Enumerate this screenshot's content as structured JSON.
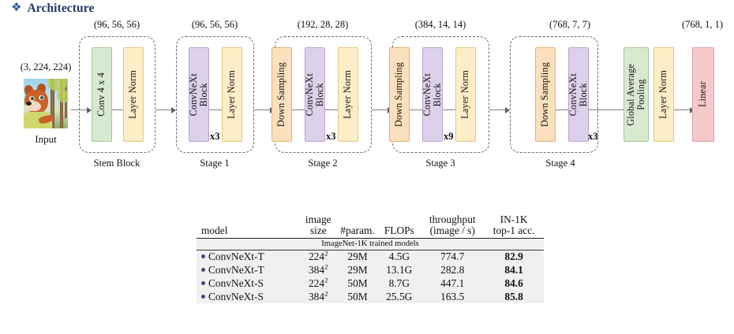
{
  "slide": {
    "bullet": "❖",
    "title": "Architecture"
  },
  "diagram": {
    "input": {
      "shape_label": "(3, 224, 224)",
      "caption": "Input",
      "thumbnail_alt": "cartoon-fox-photo"
    },
    "groups": [
      {
        "id": "stem",
        "shape_label": "(96, 56, 56)",
        "caption": "Stem Block",
        "multiplier": "",
        "blocks": [
          {
            "label": "Conv 4 x 4",
            "color": "green"
          },
          {
            "label": "Layer Norm",
            "color": "yellow"
          }
        ]
      },
      {
        "id": "stage1",
        "shape_label": "(96, 56, 56)",
        "caption": "Stage 1",
        "multiplier": "x3",
        "blocks": [
          {
            "label": "ConvNeXt\nBlock",
            "color": "purple"
          },
          {
            "label": "Layer Norm",
            "color": "yellow"
          }
        ]
      },
      {
        "id": "stage2",
        "shape_label": "(192, 28, 28)",
        "caption": "Stage 2",
        "multiplier": "x3",
        "blocks": [
          {
            "label": "Down Sampling",
            "color": "orange"
          },
          {
            "label": "ConvNeXt\nBlock",
            "color": "purple"
          },
          {
            "label": "Layer Norm",
            "color": "yellow"
          }
        ]
      },
      {
        "id": "stage3",
        "shape_label": "(384, 14, 14)",
        "caption": "Stage 3",
        "multiplier": "x9",
        "blocks": [
          {
            "label": "Down Sampling",
            "color": "orange"
          },
          {
            "label": "ConvNeXt\nBlock",
            "color": "purple"
          },
          {
            "label": "Layer Norm",
            "color": "yellow"
          }
        ]
      },
      {
        "id": "stage4",
        "shape_label": "(768, 7, 7)",
        "caption": "Stage 4",
        "multiplier": "x3",
        "blocks": [
          {
            "label": "Down Sampling",
            "color": "orange"
          },
          {
            "label": "ConvNeXt\nBlock",
            "color": "purple"
          }
        ]
      }
    ],
    "head": {
      "shape_label": "(768, 1, 1)",
      "blocks": [
        {
          "label": "Global Average\nPooling",
          "color": "green"
        },
        {
          "label": "Layer Norm",
          "color": "yellow"
        },
        {
          "label": "Linear",
          "color": "pink"
        }
      ]
    },
    "colors": {
      "green": "#d8e9d2",
      "yellow": "#fdeec7",
      "purple": "#ddd0ea",
      "orange": "#fbe0bd",
      "pink": "#f5c9cb",
      "dashed_border": "#6b6b6b",
      "connector": "#808080",
      "title": "#203864"
    }
  },
  "table": {
    "headers": {
      "model": "model",
      "image_size_line1": "image",
      "image_size_line2": "size",
      "params": "#param.",
      "flops": "FLOPs",
      "throughput_line1": "throughput",
      "throughput_line2": "(image / s)",
      "acc_line1": "IN-1K",
      "acc_line2": "top-1 acc."
    },
    "section_label": "ImageNet-1K trained models",
    "bullet_color": "#4b3f8f",
    "rows": [
      {
        "model": "ConvNeXt-T",
        "size_base": "224",
        "size_exp": "2",
        "params": "29M",
        "flops": "4.5G",
        "throughput": "774.7",
        "acc": "82.9"
      },
      {
        "model": "ConvNeXt-T",
        "size_base": "384",
        "size_exp": "2",
        "params": "29M",
        "flops": "13.1G",
        "throughput": "282.8",
        "acc": "84.1"
      },
      {
        "model": "ConvNeXt-S",
        "size_base": "224",
        "size_exp": "2",
        "params": "50M",
        "flops": "8.7G",
        "throughput": "447.1",
        "acc": "84.6"
      },
      {
        "model": "ConvNeXt-S",
        "size_base": "384",
        "size_exp": "2",
        "params": "50M",
        "flops": "25.5G",
        "throughput": "163.5",
        "acc": "85.8"
      }
    ]
  }
}
